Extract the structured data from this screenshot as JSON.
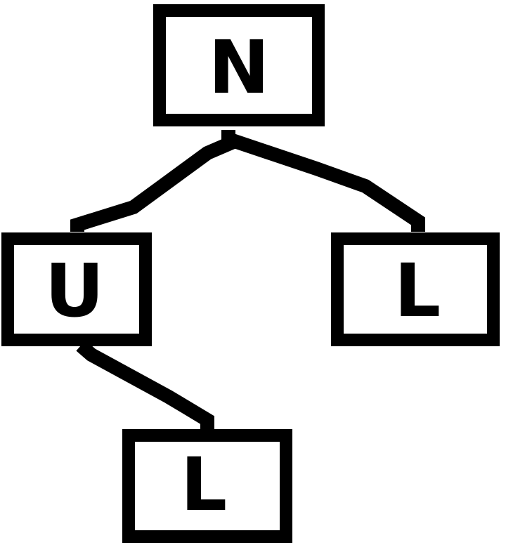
{
  "tree": {
    "root": {
      "label": "N",
      "children": [
        {
          "label": "U",
          "children": [
            {
              "label": "L"
            }
          ]
        },
        {
          "label": "L"
        }
      ]
    }
  },
  "colors": {
    "stroke": "#000000",
    "background": "#ffffff"
  }
}
